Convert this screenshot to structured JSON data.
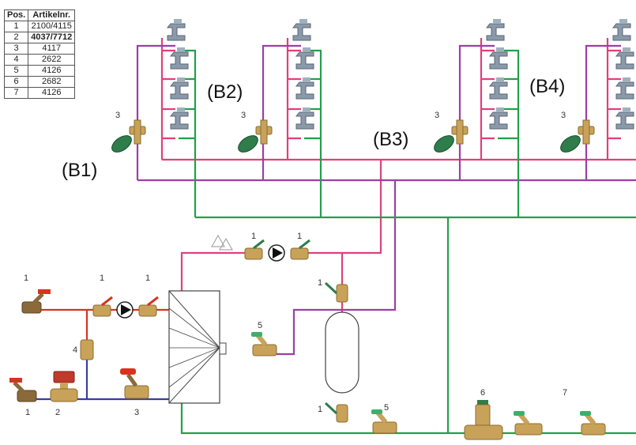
{
  "parts_table": {
    "headers": [
      "Pos.",
      "Artikelnr."
    ],
    "rows": [
      [
        "1",
        "2100/4115"
      ],
      [
        "2",
        "4037/7712"
      ],
      [
        "3",
        "4117"
      ],
      [
        "4",
        "2622"
      ],
      [
        "5",
        "4126"
      ],
      [
        "6",
        "2682"
      ],
      [
        "7",
        "4126"
      ]
    ]
  },
  "branch_labels": {
    "b1": "(B1)",
    "b2": "(B2)",
    "b3": "(B3)",
    "b4": "(B4)"
  },
  "position_numbers": {
    "valve_b1": "3",
    "valve_b2": "3",
    "valve_b3": "3",
    "valve_b4": "3",
    "pump_top_left_valve": "1",
    "pump_top_right_valve": "1",
    "pump_left_valve": "1",
    "pump_right_valve": "1",
    "left_top_valve": "1",
    "left_bottom_valve": "1",
    "mixing_valve": "2",
    "return_valve": "3",
    "check_valve": "4",
    "circ_valve": "5",
    "tank_top_valve": "1",
    "tank_bottom_valve": "1",
    "bottom_valve_5": "5",
    "pressure_valve": "6",
    "right_valve": "7"
  },
  "colors": {
    "pink": "#e0407a",
    "purple": "#9b3fa6",
    "green": "#22a04a",
    "red": "#d8331f",
    "blue": "#3b3d9c",
    "brass": "#c9a25a",
    "valve_green": "#2e7d4a"
  }
}
